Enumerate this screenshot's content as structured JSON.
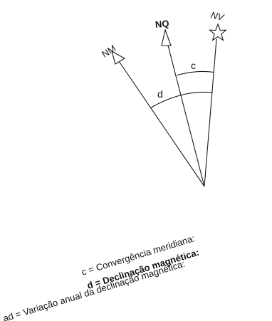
{
  "directions": {
    "nm": "NM",
    "nq": "NQ",
    "nv": "NV"
  },
  "angles": {
    "c": "c",
    "d": "d"
  },
  "legend": {
    "line1": "c = Convergência meridiana:",
    "line2": "d = Declinação magnética:",
    "line3": "ad = Variação anual da declinação magnética:"
  },
  "colors": {
    "ink": "#111111",
    "background": "#ffffff"
  },
  "icons": {
    "nv_marker": "star-icon",
    "nq_marker": "arrow-icon",
    "nm_marker": "arrow-icon"
  }
}
